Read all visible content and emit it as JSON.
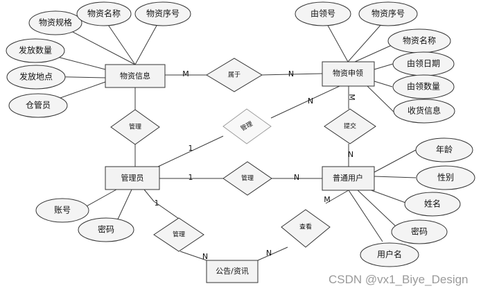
{
  "entities": {
    "material": "物资信息",
    "apply": "物资申领",
    "admin": "管理员",
    "user": "普通用户",
    "notice": "公告/资讯"
  },
  "attributes": {
    "material": [
      "物资规格",
      "物资名称",
      "物资序号",
      "发放数量",
      "发放地点",
      "仓管员"
    ],
    "apply": [
      "由领号",
      "物资序号",
      "物资名称",
      "由领日期",
      "由领数量",
      "收货信息"
    ],
    "user": [
      "年龄",
      "性别",
      "姓名",
      "密码",
      "用户名"
    ],
    "admin": [
      "账号",
      "密码"
    ]
  },
  "relationships": {
    "belongs": "属于",
    "submit": "提交",
    "manage_apply": "管理",
    "manage_material": "管理",
    "manage_user": "管理",
    "manage_notice": "管理",
    "view": "查看"
  },
  "cardinalities": {
    "material_belongs": "M",
    "apply_belongs": "N",
    "apply_submit": "M",
    "user_submit": "N",
    "admin_manage_apply": "1",
    "apply_manage": "N",
    "admin_manage_user": "1",
    "user_manage": "N",
    "admin_manage_notice": "1",
    "notice_manage": "N",
    "notice_view": "N",
    "user_view": "M"
  },
  "watermark": "CSDN @vx1_Biye_Design"
}
